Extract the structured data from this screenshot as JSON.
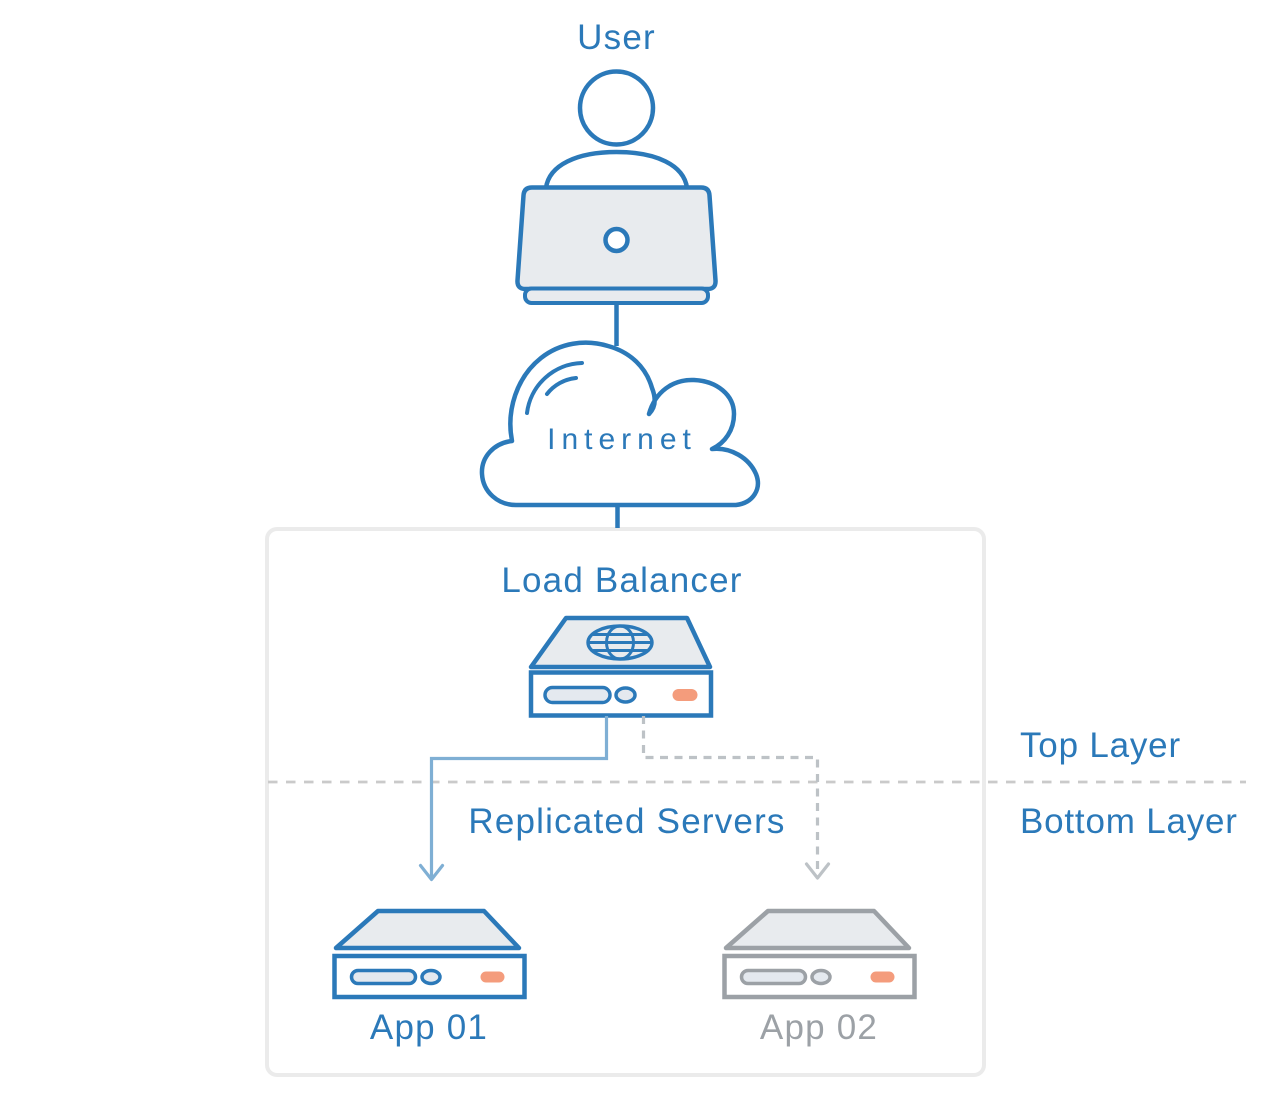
{
  "diagram": {
    "nodes": {
      "user": {
        "label": "User"
      },
      "internet": {
        "label": "Internet"
      },
      "load_balancer": {
        "label": "Load Balancer"
      },
      "app1": {
        "label": "App 01"
      },
      "app2": {
        "label": "App 02"
      }
    },
    "annotations": {
      "replicated_servers": "Replicated Servers",
      "top_layer": "Top Layer",
      "bottom_layer": "Bottom Layer"
    },
    "colors": {
      "primary_blue": "#2B79B9",
      "arrow_blue": "#7FAFD4",
      "neutral_gray": "#9CA1A6",
      "dashed_gray": "#BDC2C6",
      "divider_gray": "#CACACA",
      "panel_border": "#EBEBEB",
      "light_fill": "#E8EBEE",
      "slot_fill": "#E4E9EF",
      "accent_orange": "#F49C7C",
      "background": "#FFFFFF"
    }
  }
}
